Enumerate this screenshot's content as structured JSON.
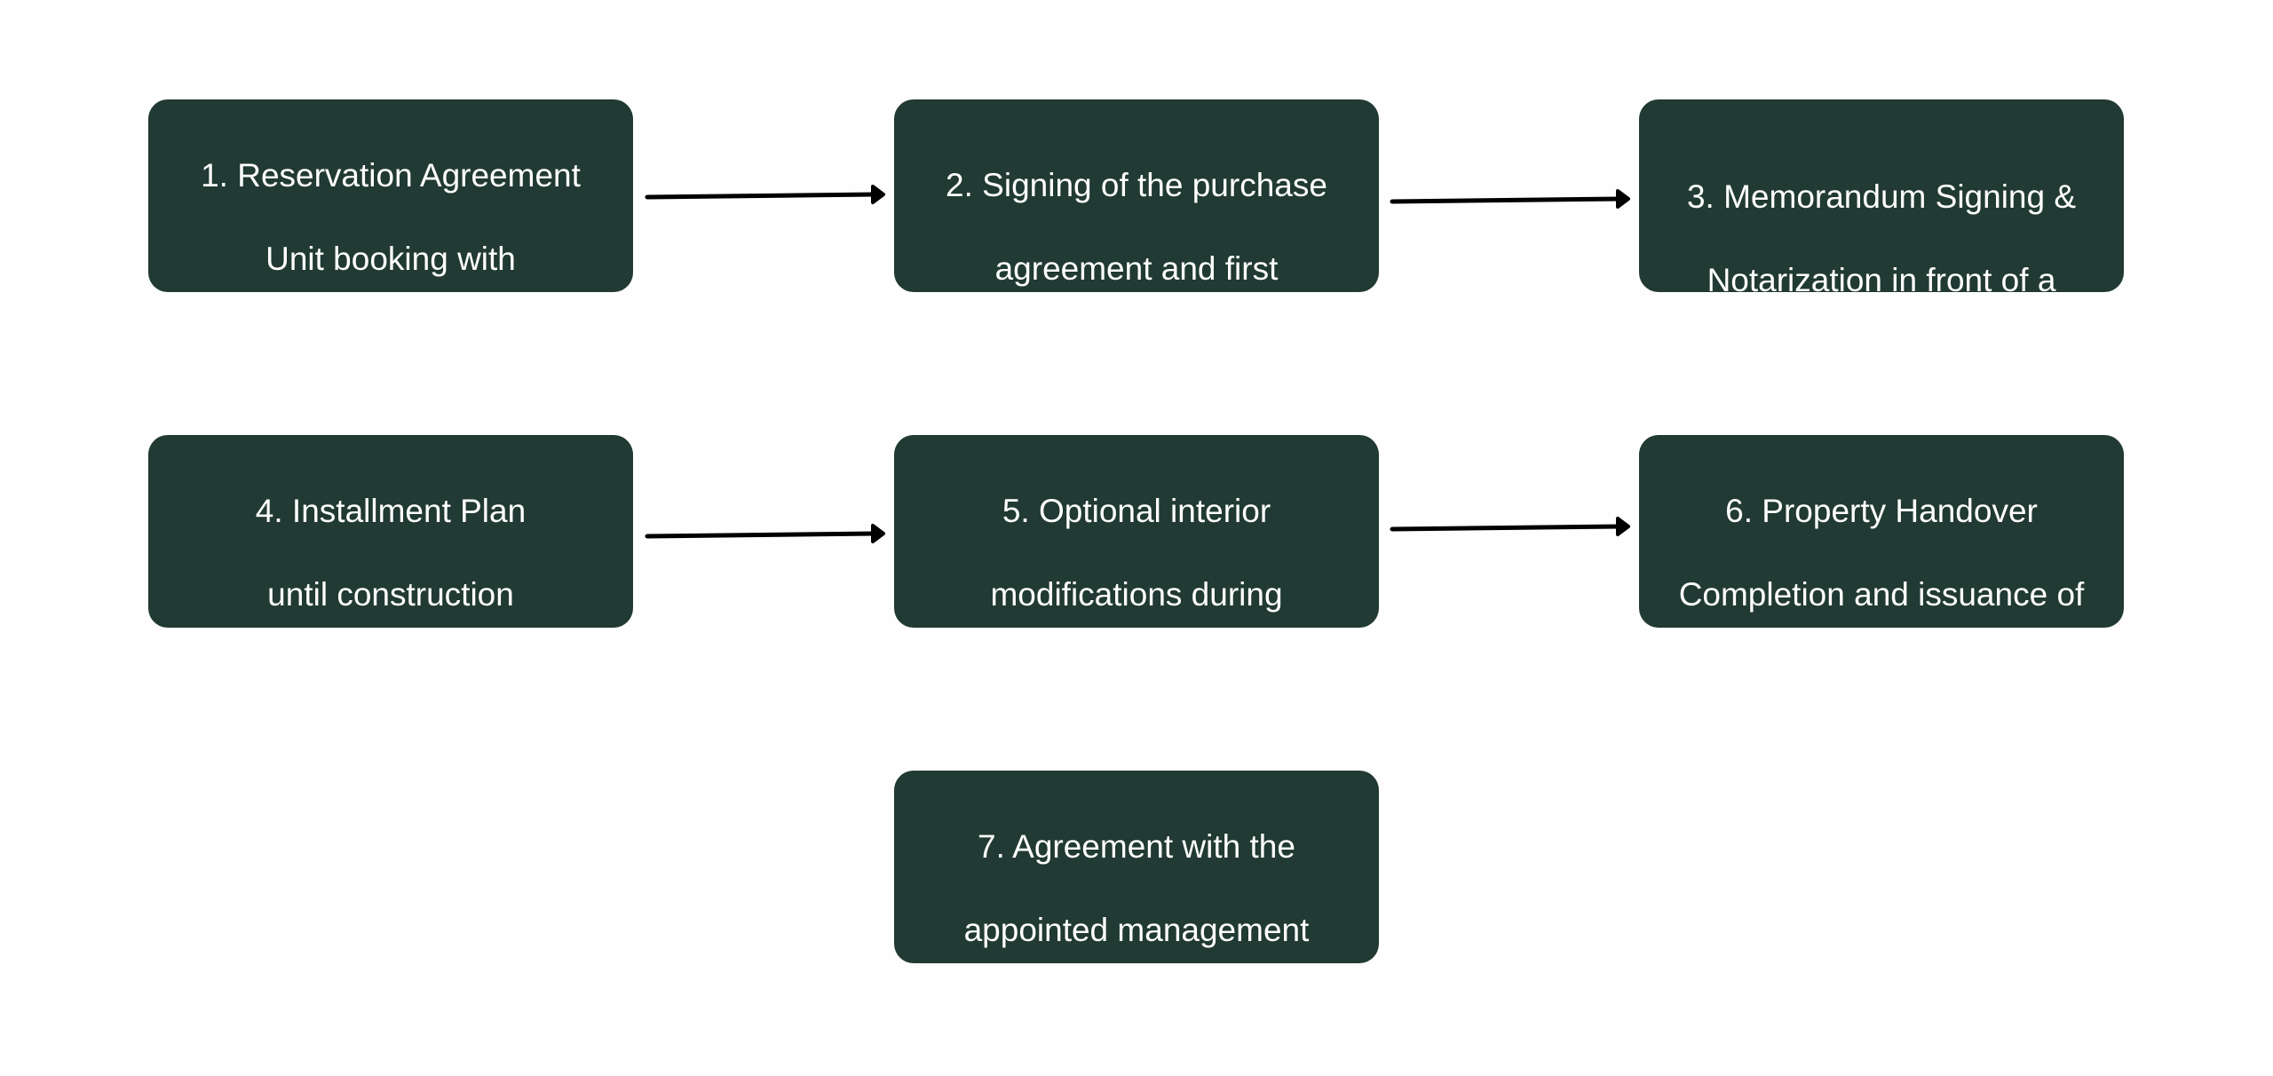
{
  "diagram": {
    "type": "process-flow",
    "colors": {
      "box_fill": "#213a33",
      "box_text": "#ffffff",
      "arrow": "#000000",
      "background": "#fefefe"
    },
    "steps": [
      {
        "id": "s1",
        "lines": [
          "1. Reservation Agreement",
          "Unit booking with",
          "USD 5,000 deposit"
        ]
      },
      {
        "id": "s2",
        "lines": [
          "2. Signing of the purchase",
          "agreement and first",
          "payment"
        ]
      },
      {
        "id": "s3",
        "lines": [
          "3. Memorandum Signing &",
          "Notarization in front of a",
          "notary"
        ]
      },
      {
        "id": "s4",
        "lines": [
          "4. Installment Plan",
          "until construction",
          "completion"
        ]
      },
      {
        "id": "s5",
        "lines": [
          "5. Optional interior",
          "modifications during",
          "construction"
        ]
      },
      {
        "id": "s6",
        "lines": [
          "6. Property Handover",
          "Completion and issuance of",
          "ownership documentation"
        ]
      },
      {
        "id": "s7",
        "lines": [
          "7.  Agreement with the",
          "appointed management",
          "company"
        ]
      }
    ],
    "edges": [
      {
        "from": "s1",
        "to": "s2"
      },
      {
        "from": "s2",
        "to": "s3"
      },
      {
        "from": "s4",
        "to": "s5"
      },
      {
        "from": "s5",
        "to": "s6"
      }
    ]
  }
}
